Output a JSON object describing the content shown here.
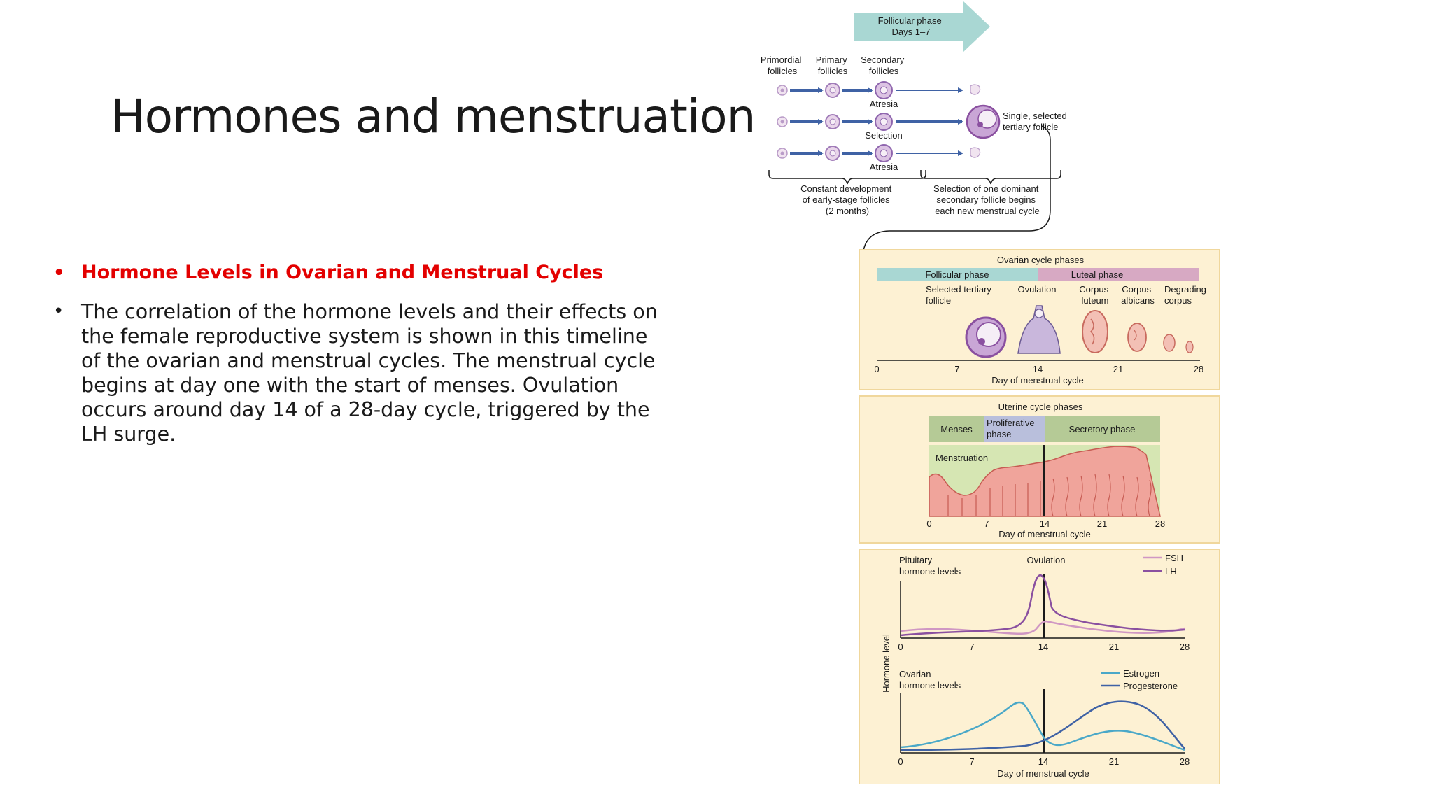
{
  "slide": {
    "title": "Hormones and menstruation",
    "bullets": [
      "Hormone Levels in Ovarian and Menstrual Cycles",
      "The correlation of the hormone levels and their effects on the female reproductive system is shown in this timeline of the ovarian and menstrual cycles. The menstrual cycle begins at day one with the start of menses. Ovulation occurs around day 14 of a 28-day cycle, triggered by the LH surge."
    ],
    "accent_color": "#e30000",
    "text_color": "#1a1a1a"
  },
  "figure": {
    "follicle_dev": {
      "phase_arrow": [
        "Follicular phase",
        "Days 1–7"
      ],
      "col_primordial": [
        "Primordial",
        "follicles"
      ],
      "col_primary": [
        "Primary",
        "follicles"
      ],
      "col_secondary": [
        "Secondary",
        "follicles"
      ],
      "atresia": "Atresia",
      "selection": "Selection",
      "selected_tertiary": [
        "Single, selected",
        "tertiary follicle"
      ],
      "brace_left": [
        "Constant development",
        "of early-stage follicles",
        "(2 months)"
      ],
      "brace_right": [
        "Selection of one dominant",
        "secondary follicle begins",
        "each new menstrual cycle"
      ]
    },
    "ovarian": {
      "title": "Ovarian cycle phases",
      "follicular": "Follicular phase",
      "luteal": "Luteal phase",
      "selected": [
        "Selected tertiary",
        "follicle"
      ],
      "ovulation": "Ovulation",
      "corpus_luteum": [
        "Corpus",
        "luteum"
      ],
      "corpus_albicans": [
        "Corpus",
        "albicans"
      ],
      "degrading": [
        "Degrading",
        "corpus"
      ],
      "ticks": [
        "0",
        "7",
        "14",
        "21",
        "28"
      ],
      "axis_label": "Day of menstrual cycle"
    },
    "uterine": {
      "title": "Uterine cycle phases",
      "menses": "Menses",
      "proliferative": [
        "Proliferative",
        "phase"
      ],
      "secretory": "Secretory phase",
      "menstruation": "Menstruation",
      "ticks": [
        "0",
        "7",
        "14",
        "21",
        "28"
      ],
      "axis_label": "Day of menstrual cycle"
    },
    "hormones": {
      "pituitary_label": [
        "Pituitary",
        "hormone levels"
      ],
      "ovulation": "Ovulation",
      "ovarian_label": [
        "Ovarian",
        "hormone levels"
      ],
      "y_axis": "Hormone level",
      "ticks": [
        "0",
        "7",
        "14",
        "21",
        "28"
      ],
      "axis_label": "Day of menstrual cycle",
      "legend_top": [
        "FSH",
        "LH"
      ],
      "legend_bottom": [
        "Estrogen",
        "Progesterone"
      ]
    },
    "colors": {
      "panel_bg": "#fdf1d3",
      "panel_border": "#f0d79c",
      "follicular_bar": "#a9d7d3",
      "luteal_bar": "#d7a9c3",
      "menses_bar": "#b5ca96",
      "proliferative_bar": "#b9bfdc",
      "secretory_bar": "#b5ca96",
      "fsh": "#cf97c3",
      "lh": "#8a50a0",
      "estrogen": "#4aa8c8",
      "progesterone": "#3f62a5",
      "phase_arrow": "#a9d7d3",
      "pathway_arrow": "#3f62a5"
    }
  }
}
